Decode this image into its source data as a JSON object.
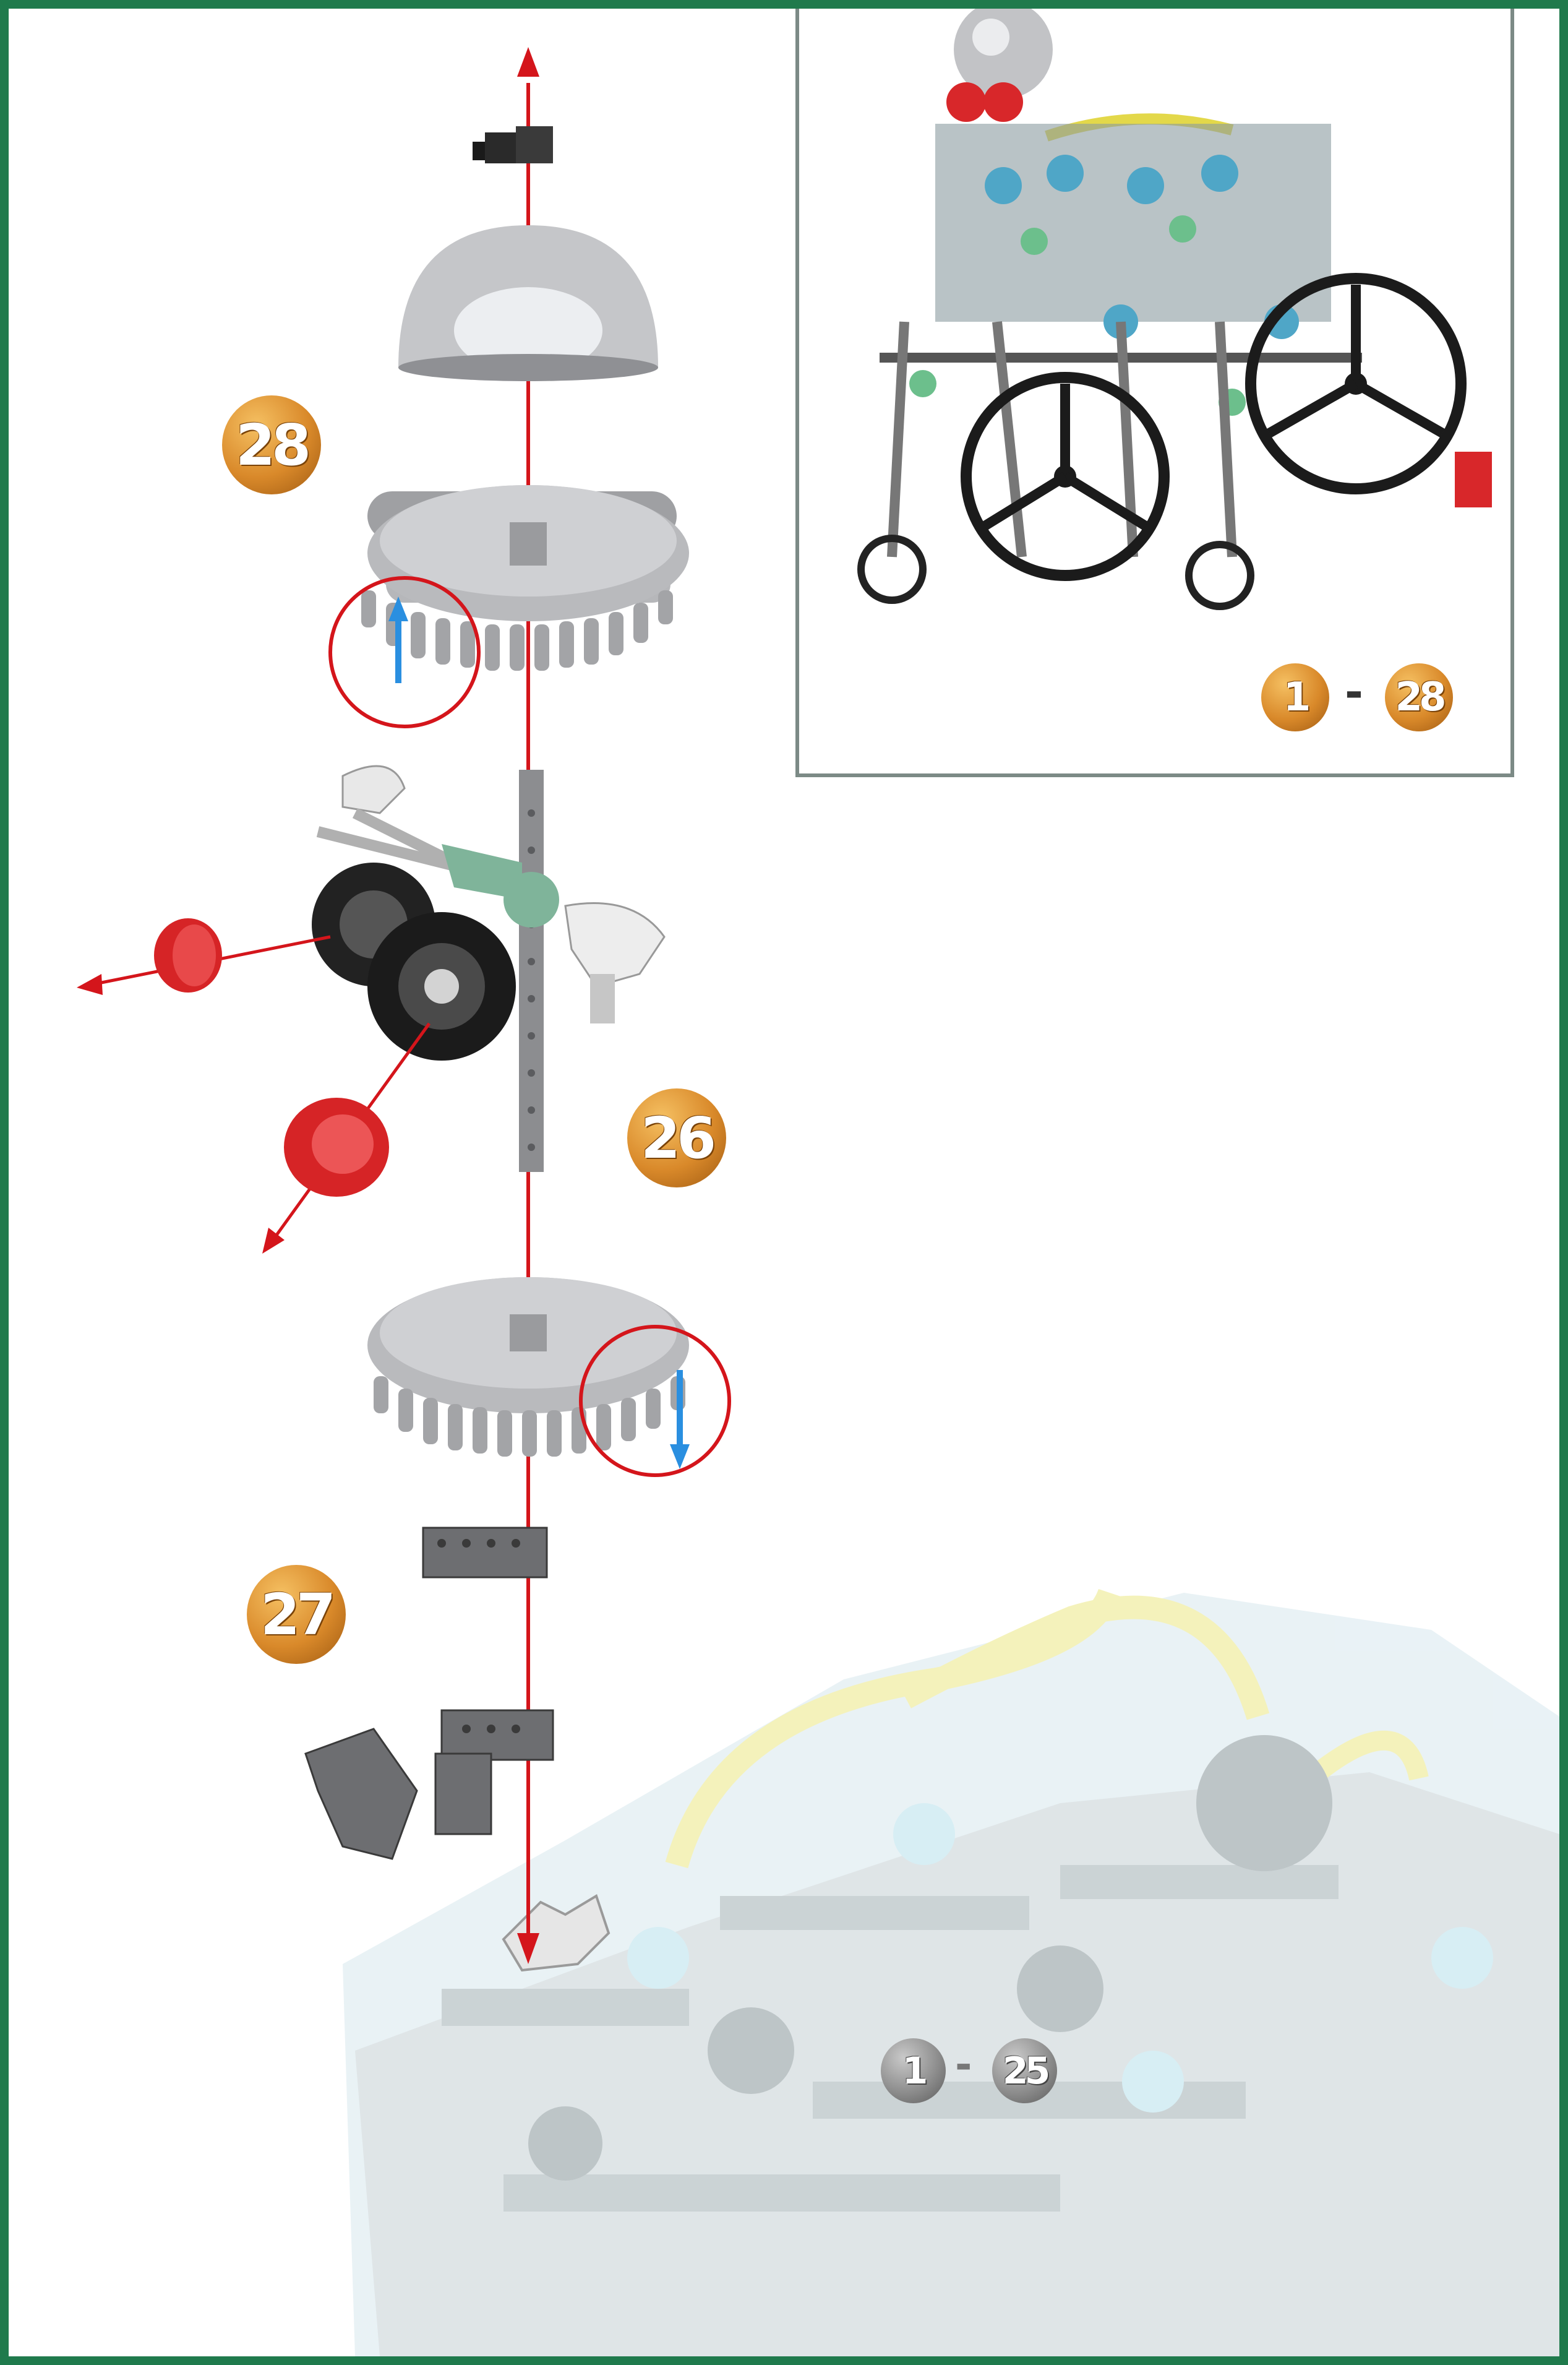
{
  "steps": {
    "step_28": "28",
    "step_26": "26",
    "step_27": "27"
  },
  "inset": {
    "range_start": "1",
    "range_sep": "-",
    "range_end": "28"
  },
  "base_range": {
    "range_start": "1",
    "range_sep": "-",
    "range_end": "25"
  },
  "colors": {
    "border": "#1f7a4c",
    "badge": "#d9892a",
    "arrow": "#d4151b",
    "highlight_circle": "#d4151b",
    "direction_arrow": "#2a8fe0"
  }
}
